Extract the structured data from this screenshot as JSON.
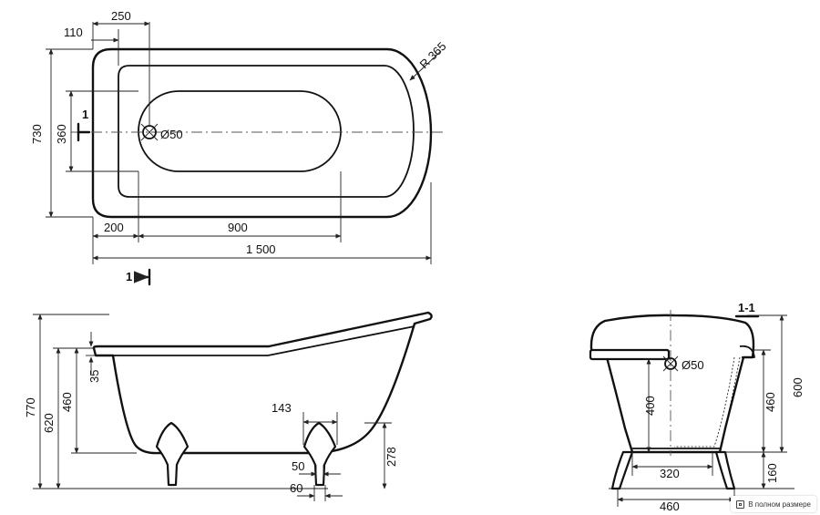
{
  "plan": {
    "dims": {
      "d110": "110",
      "d250": "250",
      "radius": "R 365",
      "d730": "730",
      "d360": "360",
      "drain": "Ø50",
      "d200": "200",
      "d900": "900",
      "d1500": "1 500"
    },
    "section_mark_top": "1",
    "section_mark_bottom": "1"
  },
  "side_view": {
    "dims": {
      "d770": "770",
      "d620": "620",
      "d460": "460",
      "d35": "35",
      "d143": "143",
      "d278": "278",
      "d50": "50",
      "d60": "60"
    }
  },
  "section_view": {
    "title": "1-1",
    "dims": {
      "drain": "Ø50",
      "d400": "400",
      "d460v": "460",
      "d600": "600",
      "d320": "320",
      "d160": "160",
      "d460h": "460"
    }
  },
  "ui": {
    "fullsize_label": "В полном размере"
  }
}
